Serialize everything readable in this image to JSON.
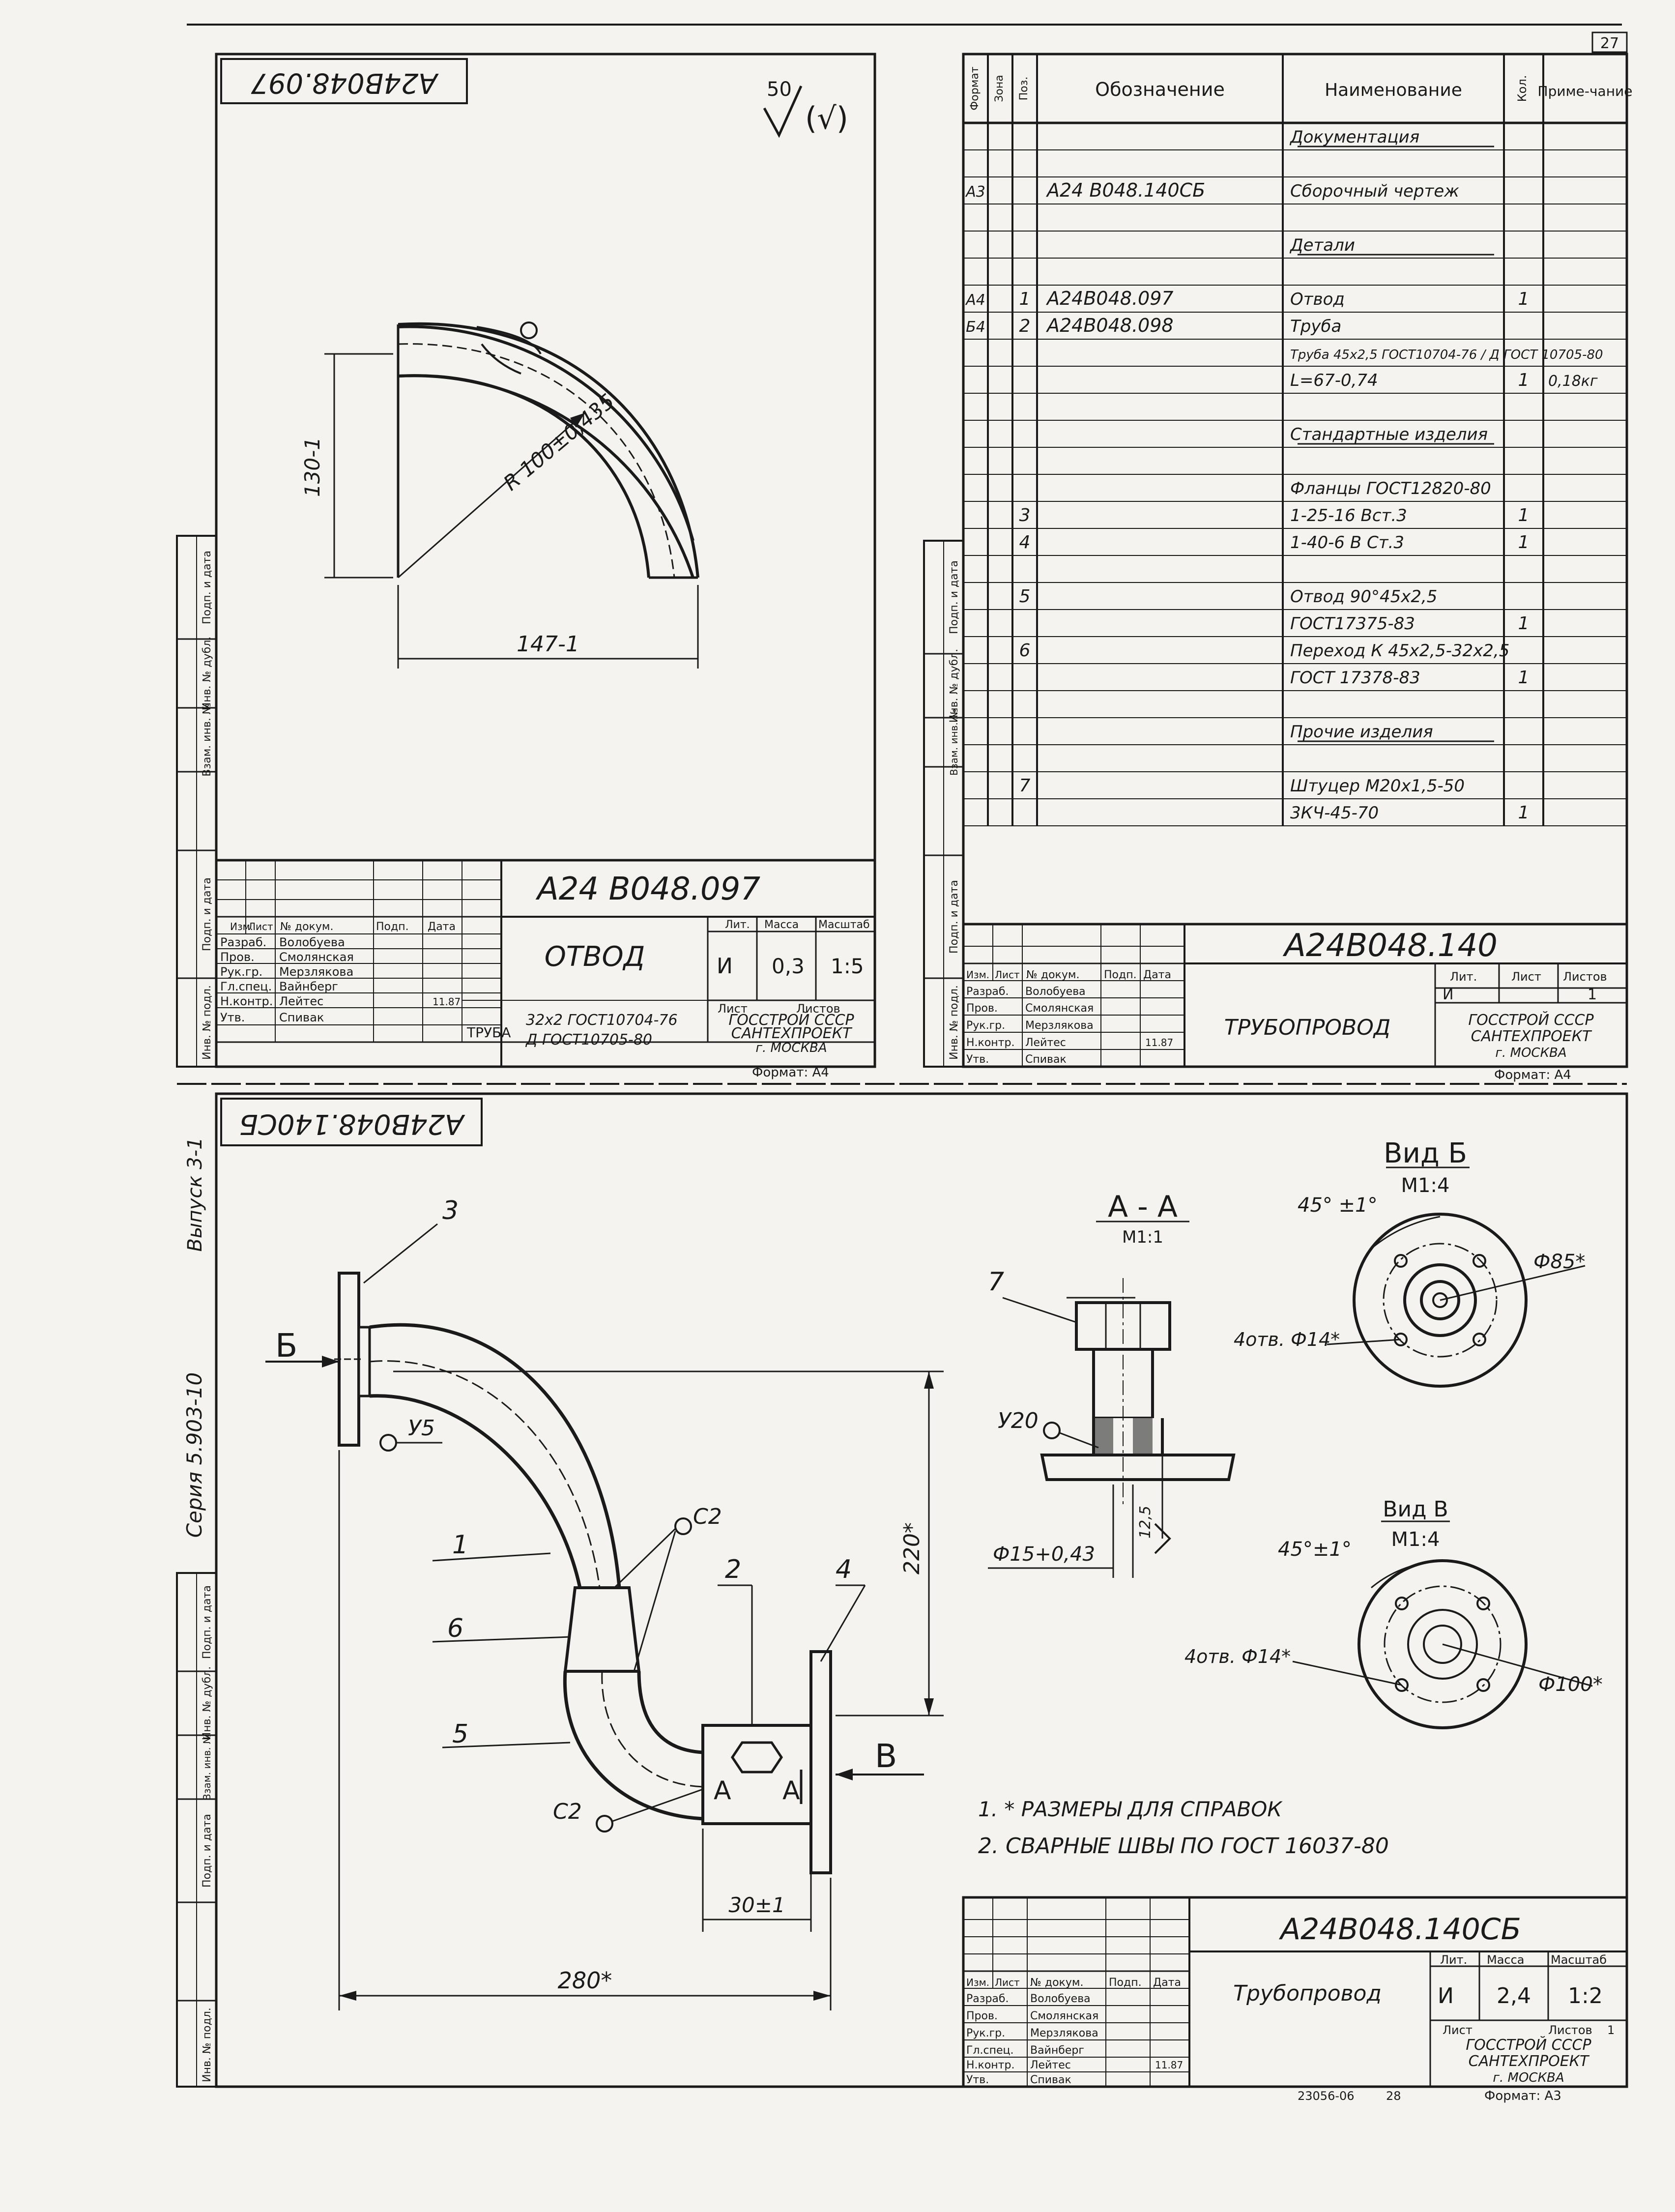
{
  "page_number": "27",
  "side_label": "Выпуск 3-1",
  "series_label": "Серия 5.903-10",
  "archive_number": "23056-06",
  "archive_sheet": "28",
  "side_stamp": {
    "inv_podl": "Инв. № подл.",
    "podp_data": "Подп. и дата",
    "vzam_inv": "Взам. инв. №",
    "inv_dubl": "Инв. № дубл.",
    "podp_data2": "Подп. и дата"
  },
  "title_block_common": {
    "izm": "Изм.",
    "list": "Лист",
    "doc": "№ докум.",
    "podp": "Подп.",
    "data": "Дата",
    "razrab": "Разраб.",
    "prov": "Пров.",
    "ruk_gr": "Рук.гр.",
    "gl_spec": "Гл.спец.",
    "n_kontr": "Н.контр.",
    "utv": "Утв.",
    "p_razrab": "Волобуева",
    "p_prov": "Смолянская",
    "p_ruk_gr": "Мерзлякова",
    "p_gl_spec": "Вайнберг",
    "p_n_kontr": "Лейтес",
    "p_utv": "Спивак",
    "lit": "Лит.",
    "massa": "Масса",
    "masshtab": "Масштаб",
    "list_label": "Лист",
    "listov": "Листов",
    "org1": "ГОССТРОЙ СССР",
    "org2": "САНТЕХПРОЕКТ",
    "org3": "г. МОСКВА"
  },
  "sheet1": {
    "stamp_rotated": "А24В048.097",
    "roughness": "50",
    "roughness_mark": "(√)",
    "dim_radius": "R 100±0,435",
    "dim_height": "130-1",
    "dim_width": "147-1",
    "designation": "А24 В048.097",
    "name": "ОТВОД",
    "lit": "И",
    "massa": "0,3",
    "masshtab": "1:5",
    "date": "11.87",
    "material_prefix": "ТРУБА",
    "material_line1": "32х2 ГОСТ10704-76",
    "material_line2": "Д ГОСТ10705-80",
    "format": "Формат: А4"
  },
  "sheet2": {
    "headers": {
      "format": "Формат",
      "zona": "Зона",
      "poz": "Поз.",
      "oboznachenie": "Обозначение",
      "naimenovanie": "Наименование",
      "kol": "Кол.",
      "primechanie": "Приме-чание"
    },
    "rows": [
      {
        "format": "",
        "poz": "",
        "obozn": "",
        "naim": "Документация",
        "kol": "",
        "prim": "",
        "underline": true
      },
      {
        "format": "",
        "poz": "",
        "obozn": "",
        "naim": "",
        "kol": "",
        "prim": ""
      },
      {
        "format": "А3",
        "poz": "",
        "obozn": "А24 В048.140СБ",
        "naim": "Сборочный чертеж",
        "kol": "",
        "prim": ""
      },
      {
        "format": "",
        "poz": "",
        "obozn": "",
        "naim": "",
        "kol": "",
        "prim": ""
      },
      {
        "format": "",
        "poz": "",
        "obozn": "",
        "naim": "Детали",
        "kol": "",
        "prim": "",
        "underline": true
      },
      {
        "format": "",
        "poz": "",
        "obozn": "",
        "naim": "",
        "kol": "",
        "prim": ""
      },
      {
        "format": "А4",
        "poz": "1",
        "obozn": "А24В048.097",
        "naim": "Отвод",
        "kol": "1",
        "prim": ""
      },
      {
        "format": "Б4",
        "poz": "2",
        "obozn": "А24В048.098",
        "naim": "Труба",
        "kol": "",
        "prim": ""
      },
      {
        "format": "",
        "poz": "",
        "obozn": "",
        "naim": "Труба 45х2,5 ГОСТ10704-76 / Д ГОСТ 10705-80",
        "kol": "",
        "prim": ""
      },
      {
        "format": "",
        "poz": "",
        "obozn": "",
        "naim": "L=67-0,74",
        "kol": "1",
        "prim": "0,18кг"
      },
      {
        "format": "",
        "poz": "",
        "obozn": "",
        "naim": "",
        "kol": "",
        "prim": ""
      },
      {
        "format": "",
        "poz": "",
        "obozn": "",
        "naim": "Стандартные изделия",
        "kol": "",
        "prim": "",
        "underline": true
      },
      {
        "format": "",
        "poz": "",
        "obozn": "",
        "naim": "",
        "kol": "",
        "prim": ""
      },
      {
        "format": "",
        "poz": "",
        "obozn": "",
        "naim": "Фланцы ГОСТ12820-80",
        "kol": "",
        "prim": ""
      },
      {
        "format": "",
        "poz": "3",
        "obozn": "",
        "naim": "1-25-16   Вст.3",
        "kol": "1",
        "prim": ""
      },
      {
        "format": "",
        "poz": "4",
        "obozn": "",
        "naim": "1-40-6  В Ст.3",
        "kol": "1",
        "prim": ""
      },
      {
        "format": "",
        "poz": "",
        "obozn": "",
        "naim": "",
        "kol": "",
        "prim": ""
      },
      {
        "format": "",
        "poz": "5",
        "obozn": "",
        "naim": "Отвод 90°45х2,5",
        "kol": "",
        "prim": ""
      },
      {
        "format": "",
        "poz": "",
        "obozn": "",
        "naim": "ГОСТ17375-83",
        "kol": "1",
        "prim": ""
      },
      {
        "format": "",
        "poz": "6",
        "obozn": "",
        "naim": "Переход К 45х2,5-32х2,5",
        "kol": "",
        "prim": ""
      },
      {
        "format": "",
        "poz": "",
        "obozn": "",
        "naim": "ГОСТ 17378-83",
        "kol": "1",
        "prim": ""
      },
      {
        "format": "",
        "poz": "",
        "obozn": "",
        "naim": "",
        "kol": "",
        "prim": ""
      },
      {
        "format": "",
        "poz": "",
        "obozn": "",
        "naim": "Прочие изделия",
        "kol": "",
        "prim": "",
        "underline": true
      },
      {
        "format": "",
        "poz": "",
        "obozn": "",
        "naim": "",
        "kol": "",
        "prim": ""
      },
      {
        "format": "",
        "poz": "7",
        "obozn": "",
        "naim": "Штуцер М20х1,5-50",
        "kol": "",
        "prim": ""
      },
      {
        "format": "",
        "poz": "",
        "obozn": "",
        "naim": "3КЧ-45-70",
        "kol": "1",
        "prim": ""
      }
    ],
    "designation": "А24В048.140",
    "name": "ТРУБОПРОВОД",
    "lit": "И",
    "list": "",
    "listov": "1",
    "date": "11.87",
    "format": "Формат: А4"
  },
  "sheet3": {
    "stamp_rotated": "А24В048.140СБ",
    "view_b_letter": "Б",
    "view_v_letter": "В",
    "section_aa": "А - А",
    "section_aa_scale": "М1:1",
    "view_b_title": "Вид Б",
    "view_b_scale": "М1:4",
    "view_v_title": "Вид В",
    "view_v_scale": "М1:4",
    "angle_b": "45° ±1°",
    "angle_v": "45°±1°",
    "dia_85": "Ф85*",
    "dia_100": "Ф100*",
    "holes_b": "4отв. Ф14*",
    "holes_v": "4отв. Ф14*",
    "dia_15": "Ф15+0,43",
    "dim_125": "12,5",
    "weld_u5": "У5",
    "weld_u20": "У20",
    "weld_c2a": "С2",
    "weld_c2b": "С2",
    "dim_220": "220*",
    "dim_280": "280*",
    "dim_30": "30±1",
    "section_a1": "А",
    "section_a2": "А",
    "callouts": [
      "1",
      "2",
      "3",
      "4",
      "5",
      "6",
      "7"
    ],
    "note1": "1. * РАЗМЕРЫ ДЛЯ СПРАВОК",
    "note2": "2. СВАРНЫЕ ШВЫ ПО ГОСТ 16037-80",
    "designation": "А24В048.140СБ",
    "name": "Трубопровод",
    "lit": "И",
    "massa": "2,4",
    "masshtab": "1:2",
    "listov": "1",
    "date": "11.87",
    "format": "Формат: А3"
  }
}
